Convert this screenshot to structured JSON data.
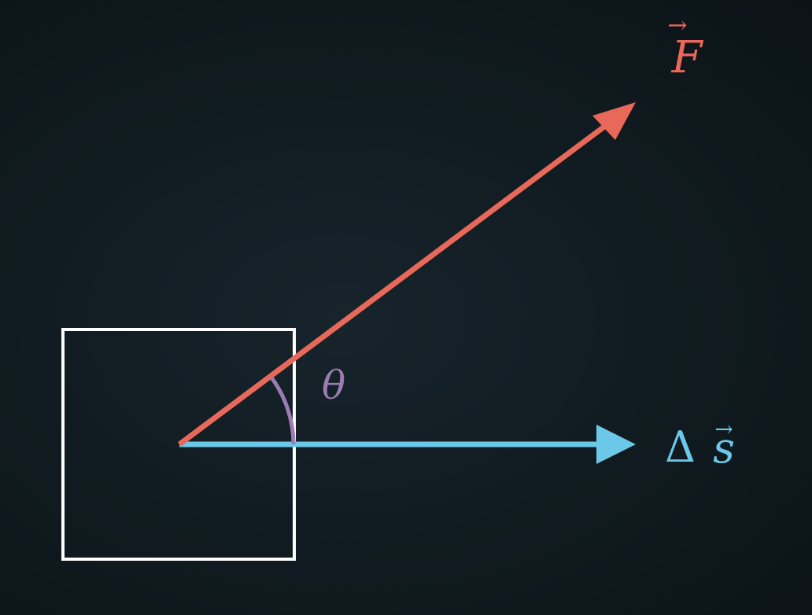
{
  "diagram": {
    "force": {
      "label": "F",
      "vector_arrow": "→",
      "color": "#e8685a"
    },
    "displacement": {
      "label_delta": "Δ",
      "label_var": "s",
      "vector_arrow": "→",
      "color": "#6cc8e8"
    },
    "angle": {
      "label": "θ",
      "color": "#9b7bb0"
    },
    "block": {
      "color": "#ffffff"
    },
    "background": "#111c22"
  }
}
